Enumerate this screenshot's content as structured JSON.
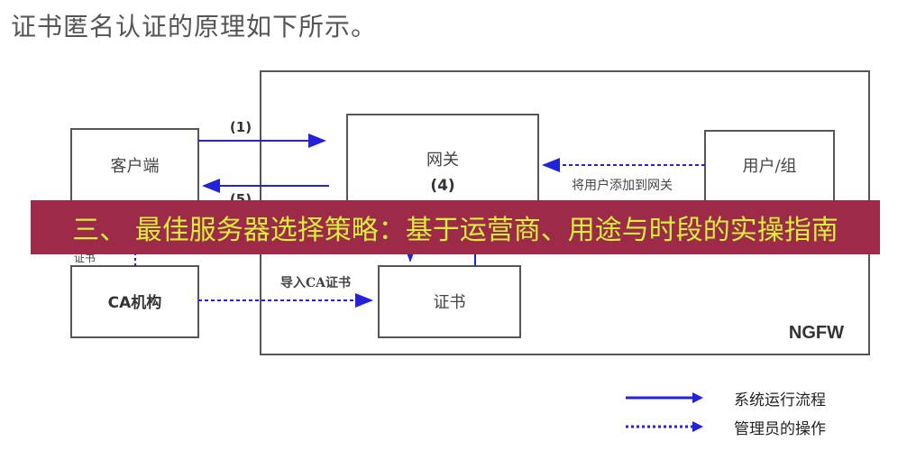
{
  "intro_text": "证书匿名认证的原理如下所示。",
  "diagram": {
    "client": "客户端",
    "gateway": "网关",
    "gateway_step": "(4)",
    "user_group": "用户/组",
    "ca": "CA机构",
    "certificate": "证书",
    "ngfw": "NGFW",
    "arrow_1": "(1)",
    "arrow_5": "(5)",
    "add_user_label": "将用户添加到网关",
    "import_ca_label": "导入CA证书",
    "cert_issue_label": "证书"
  },
  "banner_text": "三、 最佳服务器选择策略：基于运营商、用途与时段的实操指南",
  "legend": {
    "system_flow": "系统运行流程",
    "admin_action": "管理员的操作"
  },
  "colors": {
    "arrow": "#2222dd",
    "banner_bg": "#9e2a4a",
    "banner_text": "#d6f03a"
  }
}
